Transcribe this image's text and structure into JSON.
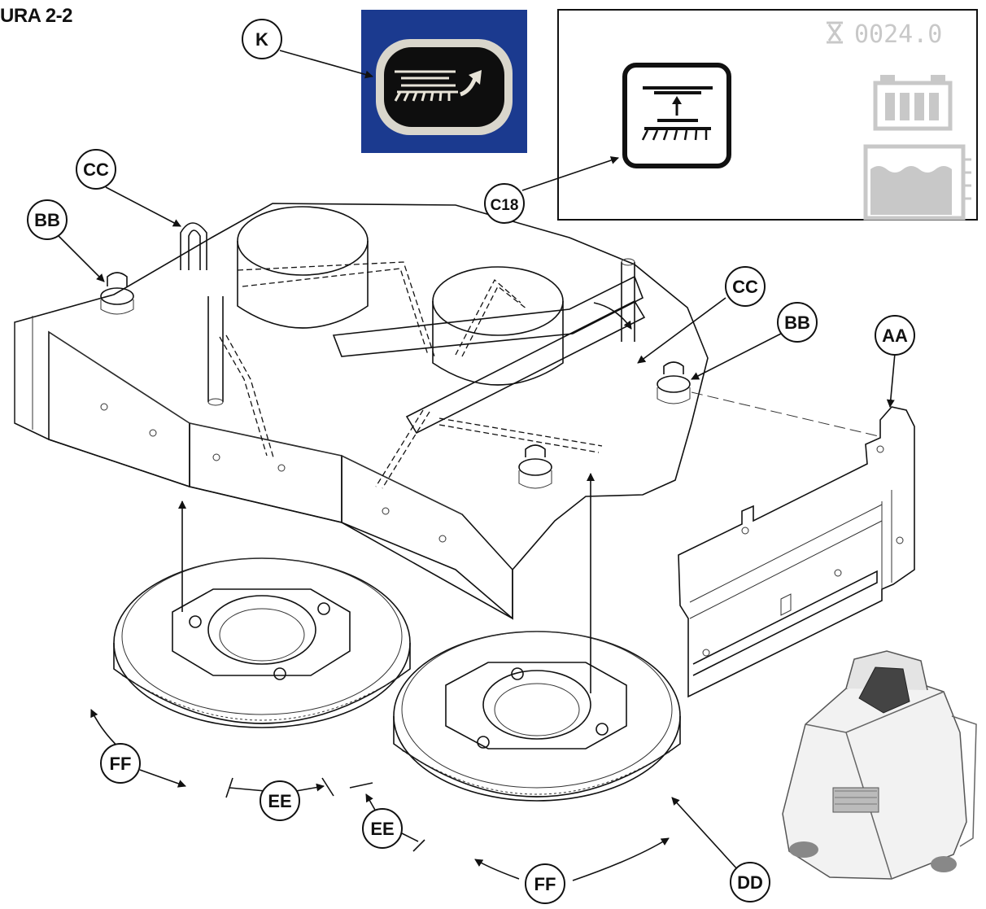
{
  "figure_title": "URA 2-2",
  "display_readout": "0024.0",
  "callouts": {
    "k": "K",
    "c18": "C18",
    "cc_left": "CC",
    "cc_right": "CC",
    "bb_left": "BB",
    "bb_right": "BB",
    "aa": "AA",
    "ff_left": "FF",
    "ff_right": "FF",
    "ee_left": "EE",
    "ee_right": "EE",
    "dd": "DD"
  },
  "icons": {
    "button_icon": "brush-deck-raise-icon",
    "display_icon": "brush-deck-lift-icon",
    "timer_icon": "hourglass-icon",
    "battery_icon": "battery-icon",
    "tank_icon": "solution-tank-level-icon"
  },
  "colors": {
    "button_panel_bg": "#1b3a8f",
    "display_gray": "#c8c8c8",
    "line": "#111111"
  }
}
